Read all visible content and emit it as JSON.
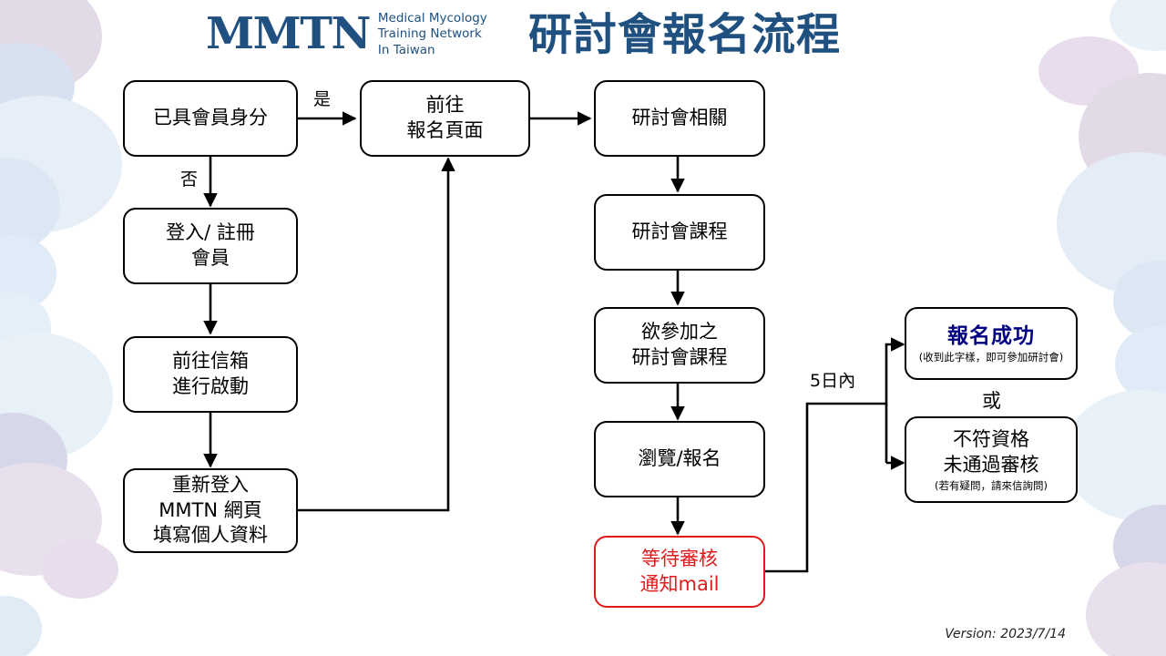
{
  "header": {
    "logo_mark": "MMTN",
    "logo_tagline": "Medical Mycology\nTraining Network\nIn Taiwan",
    "title": "研討會報名流程",
    "brand_color": "#1f5080"
  },
  "footer": {
    "version": "Version: 2023/7/14"
  },
  "flow": {
    "nodes": {
      "member_status": "已具會員身分",
      "login_register": "登入/ 註冊\n會員",
      "go_mailbox": "前往信箱\n進行啟動",
      "relogin_fill": "重新登入\nMMTN 網頁\n填寫個人資料",
      "go_signup_page": "前往\n報名頁面",
      "seminar_related": "研討會相關",
      "seminar_course": "研討會課程",
      "desired_course": "欲參加之\n研討會課程",
      "browse_signup": "瀏覽/報名",
      "await_review": "等待審核\n通知mail",
      "success_title": "報名成功",
      "success_sub": "(收到此字樣，即可參加研討會)",
      "reject_title": "不符資格\n未通過審核",
      "reject_sub": "(若有疑問，請來信詢問)"
    },
    "labels": {
      "yes": "是",
      "no": "否",
      "within_five_days": "5日內",
      "or": "或"
    },
    "colors": {
      "box_stroke": "#000000",
      "alert_stroke": "#e01b1b",
      "alert_text": "#e01b1b",
      "success_text": "#000080",
      "connector": "#000000"
    }
  }
}
